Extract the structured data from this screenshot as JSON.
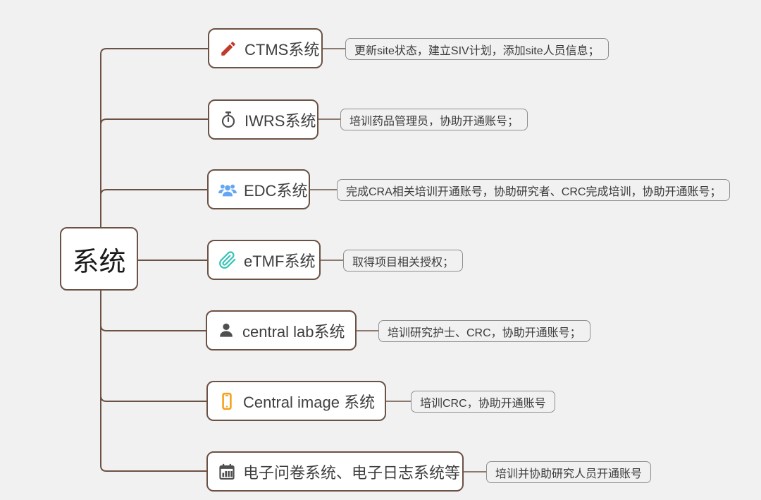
{
  "page": {
    "background": "#f2f1f1"
  },
  "colors": {
    "line": "#6b5244",
    "node_border": "#6b5244",
    "node_fill": "#ffffff",
    "detail_border": "#8f8f8f",
    "node_text": "#3f3f3f",
    "detail_text": "#3a3a3a",
    "root_text": "#1a1a1a"
  },
  "root": {
    "label": "系统"
  },
  "nodes": [
    {
      "label": "CTMS系统",
      "icon": "pencil-icon",
      "icon_color": "#c0392b",
      "detail": "更新site状态，建立SIV计划，添加site人员信息；"
    },
    {
      "label": "IWRS系统",
      "icon": "stopwatch-icon",
      "icon_color": "#4f4f4f",
      "detail": "培训药品管理员，协助开通账号；"
    },
    {
      "label": "EDC系统",
      "icon": "users-icon",
      "icon_color": "#64a6f4",
      "detail": "完成CRA相关培训开通账号，协助研究者、CRC完成培训，协助开通账号；"
    },
    {
      "label": "eTMF系统",
      "icon": "paperclip-icon",
      "icon_color": "#36c3b4",
      "detail": "取得项目相关授权；"
    },
    {
      "label": "central lab系统",
      "icon": "person-icon",
      "icon_color": "#4f4f4f",
      "detail": "培训研究护士、CRC，协助开通账号；"
    },
    {
      "label": "Central image 系统",
      "icon": "smartphone-icon",
      "icon_color": "#f5a11d",
      "detail": "培训CRC，协助开通账号"
    },
    {
      "label": "电子问卷系统、电子日志系统等",
      "icon": "calendar-icon",
      "icon_color": "#4f4f4f",
      "detail": "培训并协助研究人员开通账号"
    }
  ]
}
